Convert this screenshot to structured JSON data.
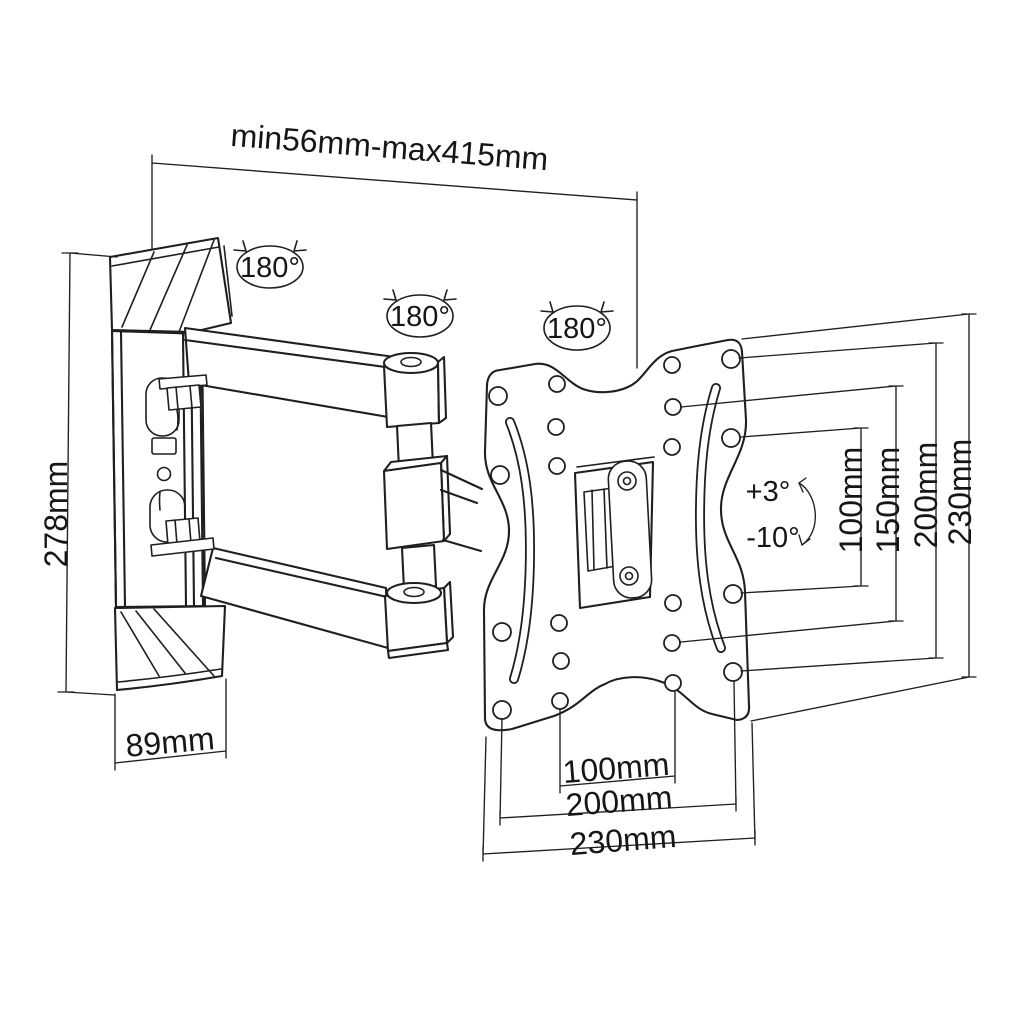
{
  "colors": {
    "background": "#ffffff",
    "line": "#1f1f1f",
    "text": "#161616"
  },
  "dimensions": {
    "arm_reach": {
      "label": "min56mm-max415mm"
    },
    "wall_plate_height": {
      "label": "278mm"
    },
    "wall_bracket_width": {
      "label": "89mm"
    },
    "vesa_vertical": [
      {
        "label": "100mm"
      },
      {
        "label": "150mm"
      },
      {
        "label": "200mm"
      },
      {
        "label": "230mm"
      }
    ],
    "vesa_horizontal": [
      {
        "label": "100mm"
      },
      {
        "label": "200mm"
      },
      {
        "label": "230mm"
      }
    ]
  },
  "rotation_labels": [
    {
      "label": "180°"
    },
    {
      "label": "180°"
    },
    {
      "label": "180°"
    }
  ],
  "tilt": {
    "up_label": "+3°",
    "down_label": "-10°"
  }
}
